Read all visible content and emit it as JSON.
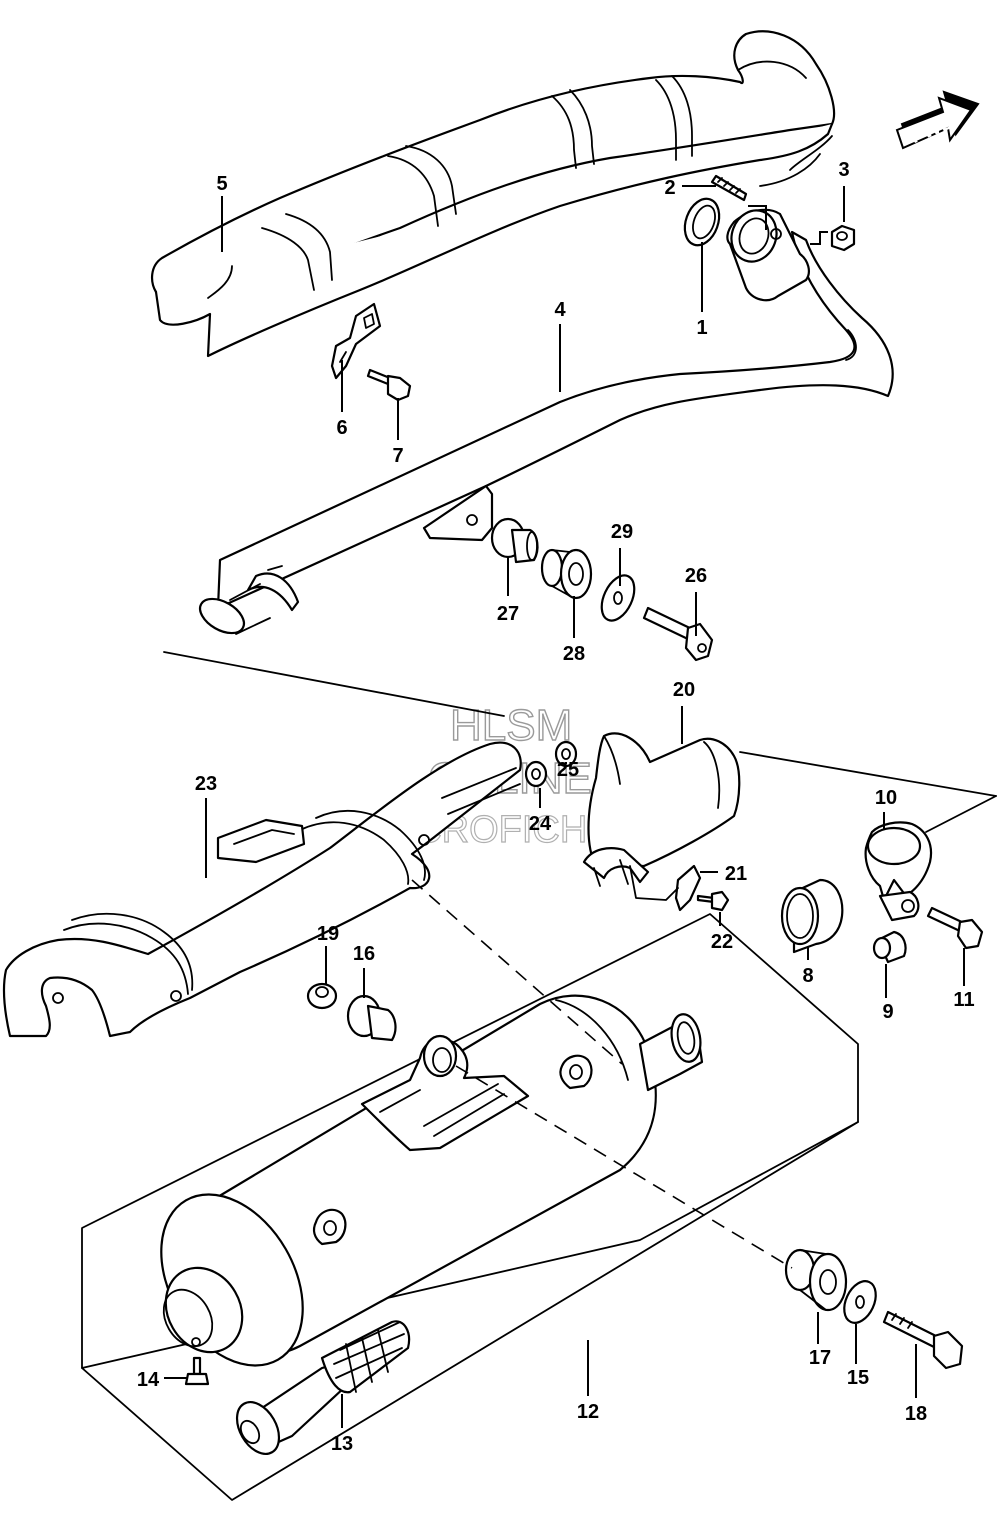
{
  "watermark": {
    "line1": "HLSM",
    "line2": "ONLINE",
    "line3": "MICROFICHE"
  },
  "fwd_badge": {
    "label": "FWD"
  },
  "callouts": [
    {
      "id": "c1",
      "label": "1"
    },
    {
      "id": "c2",
      "label": "2"
    },
    {
      "id": "c3",
      "label": "3"
    },
    {
      "id": "c4",
      "label": "4"
    },
    {
      "id": "c5",
      "label": "5"
    },
    {
      "id": "c6",
      "label": "6"
    },
    {
      "id": "c7",
      "label": "7"
    },
    {
      "id": "c8",
      "label": "8"
    },
    {
      "id": "c9",
      "label": "9"
    },
    {
      "id": "c10",
      "label": "10"
    },
    {
      "id": "c11",
      "label": "11"
    },
    {
      "id": "c12",
      "label": "12"
    },
    {
      "id": "c13",
      "label": "13"
    },
    {
      "id": "c14",
      "label": "14"
    },
    {
      "id": "c15",
      "label": "15"
    },
    {
      "id": "c16",
      "label": "16"
    },
    {
      "id": "c17",
      "label": "17"
    },
    {
      "id": "c18",
      "label": "18"
    },
    {
      "id": "c19",
      "label": "19"
    },
    {
      "id": "c20",
      "label": "20"
    },
    {
      "id": "c21",
      "label": "21"
    },
    {
      "id": "c22",
      "label": "22"
    },
    {
      "id": "c23",
      "label": "23"
    },
    {
      "id": "c24",
      "label": "24"
    },
    {
      "id": "c25",
      "label": "25"
    },
    {
      "id": "c26",
      "label": "26"
    },
    {
      "id": "c27",
      "label": "27"
    },
    {
      "id": "c28",
      "label": "28"
    },
    {
      "id": "c29",
      "label": "29"
    }
  ]
}
